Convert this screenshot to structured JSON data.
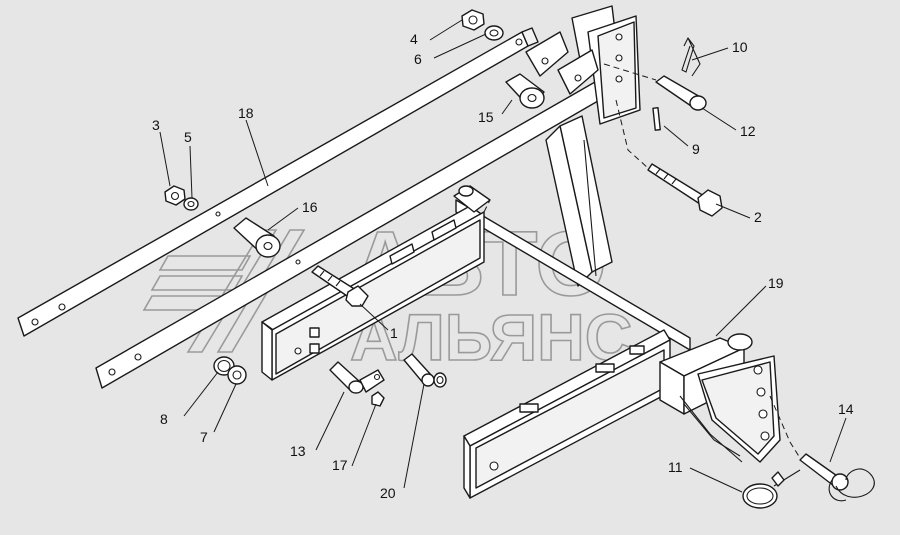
{
  "watermark": {
    "line1": "АВТО",
    "line2": "АЛЬЯНС",
    "logo_name": "avtoalyans-logo"
  },
  "callouts": [
    {
      "id": "c1",
      "text": "1"
    },
    {
      "id": "c2",
      "text": "2"
    },
    {
      "id": "c3",
      "text": "3"
    },
    {
      "id": "c4",
      "text": "4"
    },
    {
      "id": "c5",
      "text": "5"
    },
    {
      "id": "c6",
      "text": "6"
    },
    {
      "id": "c7",
      "text": "7"
    },
    {
      "id": "c8",
      "text": "8"
    },
    {
      "id": "c9",
      "text": "9"
    },
    {
      "id": "c10",
      "text": "10"
    },
    {
      "id": "c11",
      "text": "11"
    },
    {
      "id": "c12",
      "text": "12"
    },
    {
      "id": "c13",
      "text": "13"
    },
    {
      "id": "c14",
      "text": "14"
    },
    {
      "id": "c15",
      "text": "15"
    },
    {
      "id": "c16",
      "text": "16"
    },
    {
      "id": "c17",
      "text": "17"
    },
    {
      "id": "c18",
      "text": "18"
    },
    {
      "id": "c19",
      "text": "19"
    },
    {
      "id": "c20",
      "text": "20"
    }
  ]
}
